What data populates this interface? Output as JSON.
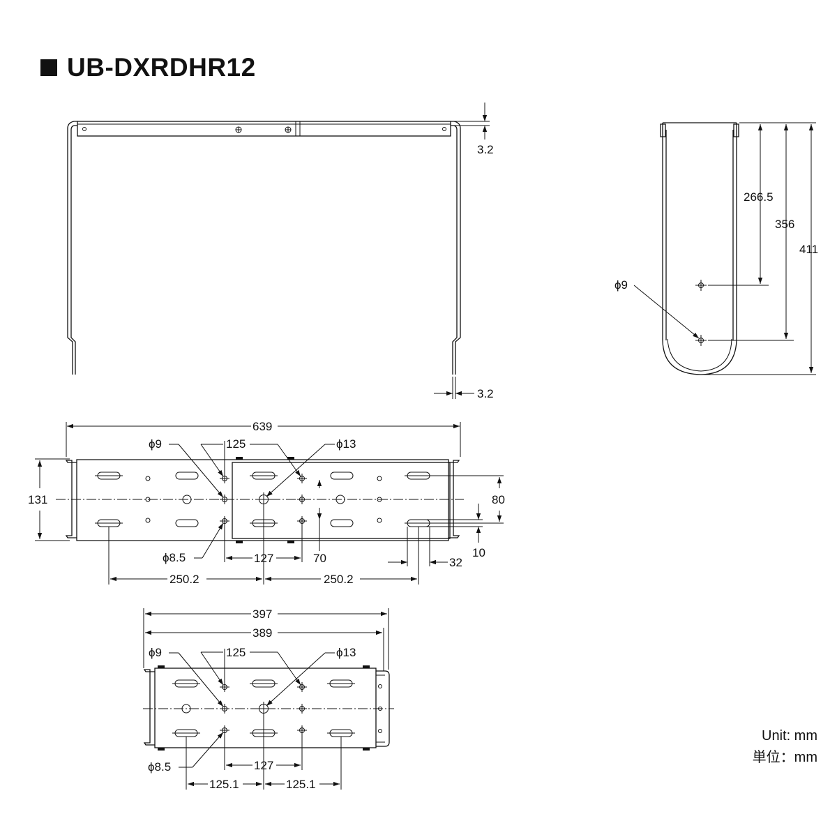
{
  "title": "UB-DXRDHR12",
  "units": {
    "english": "Unit: mm",
    "japanese": "単位：mm"
  },
  "front_view": {
    "thickness_top": "3.2",
    "thickness_bottom": "3.2"
  },
  "side_view": {
    "hole_diameter": "ϕ9",
    "dim_upper": "266.5",
    "dim_middle": "356",
    "dim_overall": "411"
  },
  "top_view_large": {
    "overall_width": "639",
    "overall_depth": "131",
    "hole_large_diameter": "ϕ9",
    "hole_small_diameter": "ϕ8.5",
    "hole_center_diameter": "ϕ13",
    "pitch_upper": "125",
    "pitch_lower": "127",
    "slot_offset_left": "250.2",
    "slot_offset_right": "250.2",
    "row_spacing": "70",
    "slot_row_spacing": "80",
    "slot_width": "10",
    "slot_length": "32"
  },
  "top_view_small": {
    "overall_width": "397",
    "inner_width": "389",
    "hole_large_diameter": "ϕ9",
    "hole_small_diameter": "ϕ8.5",
    "hole_center_diameter": "ϕ13",
    "pitch_upper": "125",
    "pitch_lower": "127",
    "slot_offset_left": "125.1",
    "slot_offset_right": "125.1"
  }
}
